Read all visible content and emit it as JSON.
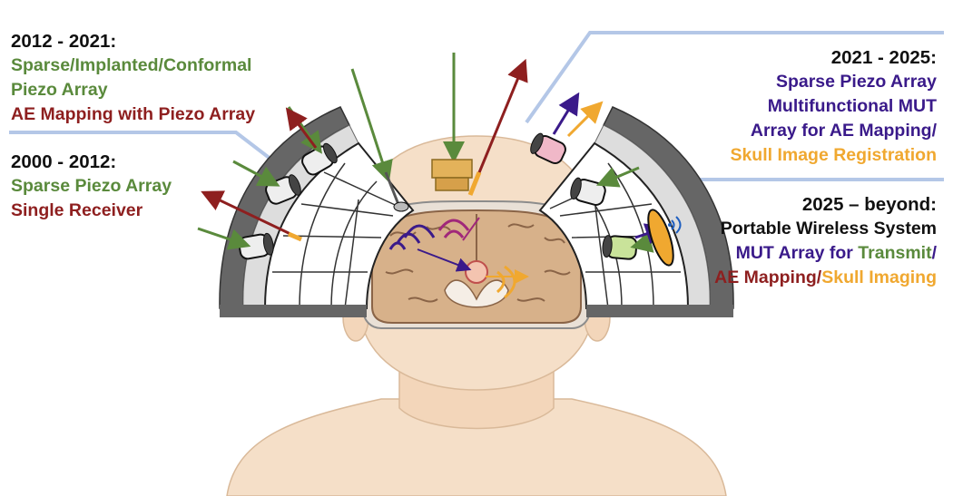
{
  "colors": {
    "black": "#111111",
    "green": "#5a8a3c",
    "red": "#8e1f1f",
    "purple": "#3a1a8a",
    "orange": "#f0a830",
    "connector": "#b4c7e7",
    "skin": "#f5dfc8",
    "brain": "#d7b18a",
    "helmet_outer": "#666666",
    "helmet_inner": "#dddddd"
  },
  "eras": {
    "e2012": {
      "title": "2012 - 2021:",
      "line1": "Sparse/Implanted/Conformal",
      "line2": "Piezo Array",
      "line3": "AE Mapping with Piezo Array"
    },
    "e2000": {
      "title": "2000 - 2012:",
      "line1": "Sparse Piezo Array",
      "line2": "Single Receiver"
    },
    "e2021": {
      "title": "2021 - 2025:",
      "line1": "Sparse Piezo Array",
      "line2": "Multifunctional MUT",
      "line3": "Array for AE Mapping/",
      "line4": "Skull Image Registration"
    },
    "e2025": {
      "title": "2025 – beyond:",
      "line1": "Portable Wireless System",
      "line2a": "MUT Array for ",
      "line2b": "Transmit",
      "line2c": "/",
      "line3a": "AE Mapping/",
      "line3b": "Skull Imaging"
    }
  }
}
